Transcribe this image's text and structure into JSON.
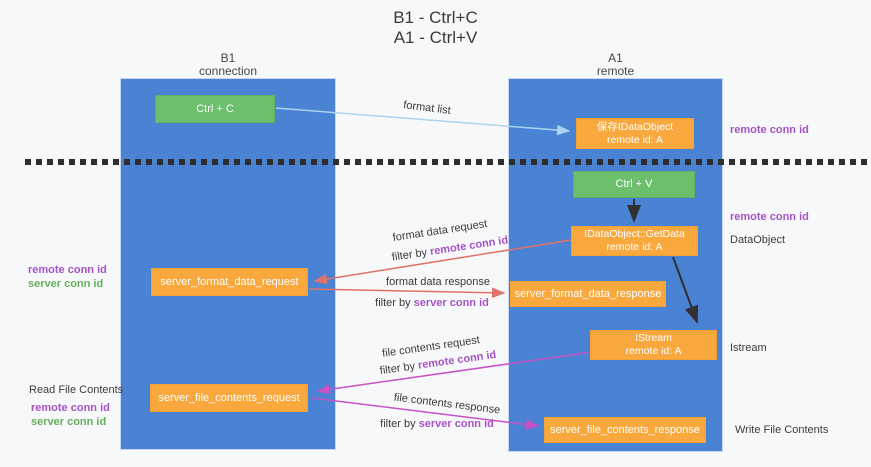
{
  "title": {
    "line1": "B1 - Ctrl+C",
    "line2": "A1 - Ctrl+V"
  },
  "columns": {
    "left": {
      "name": "B1",
      "role": "connection"
    },
    "right": {
      "name": "A1",
      "role": "remote"
    }
  },
  "nodes": {
    "ctrl_c": "Ctrl + C",
    "ctrl_v": "Ctrl + V",
    "save_dataobject_line1": "保存IDataObject",
    "save_dataobject_line2": "remote id: A",
    "getdata_line1": "IDataObject::GetData",
    "getdata_line2": "remote id: A",
    "istream_line1": "IStream",
    "istream_line2": "remote id: A",
    "format_request": "server_format_data_request",
    "format_response": "server_format_data_response",
    "file_request": "server_file_contents_request",
    "file_response": "server_file_contents_response"
  },
  "edge_labels": {
    "format_list": "format list",
    "format_data_request": "format data request",
    "format_data_response": "format data response",
    "file_contents_request": "file contents request",
    "file_contents_response": "file contents response",
    "filter_by": "filter by "
  },
  "terms": {
    "remote_conn_id": "remote conn id",
    "server_conn_id": "server conn id"
  },
  "annotations": {
    "dataobject": "DataObject",
    "istream": "Istream",
    "read_file_contents": "Read File Contents",
    "write_file_contents": "Write File Contents"
  },
  "colors": {
    "column_blue": "#4a82d4",
    "box_orange": "#f8a83d",
    "box_green": "#6cbf6b",
    "arrow_salmon": "#e0726b",
    "arrow_magenta": "#c653c6",
    "arrow_light_blue": "#aad4f0",
    "arrow_black": "#303030",
    "text_purple": "#a653c4",
    "text_green": "#66b05c"
  }
}
